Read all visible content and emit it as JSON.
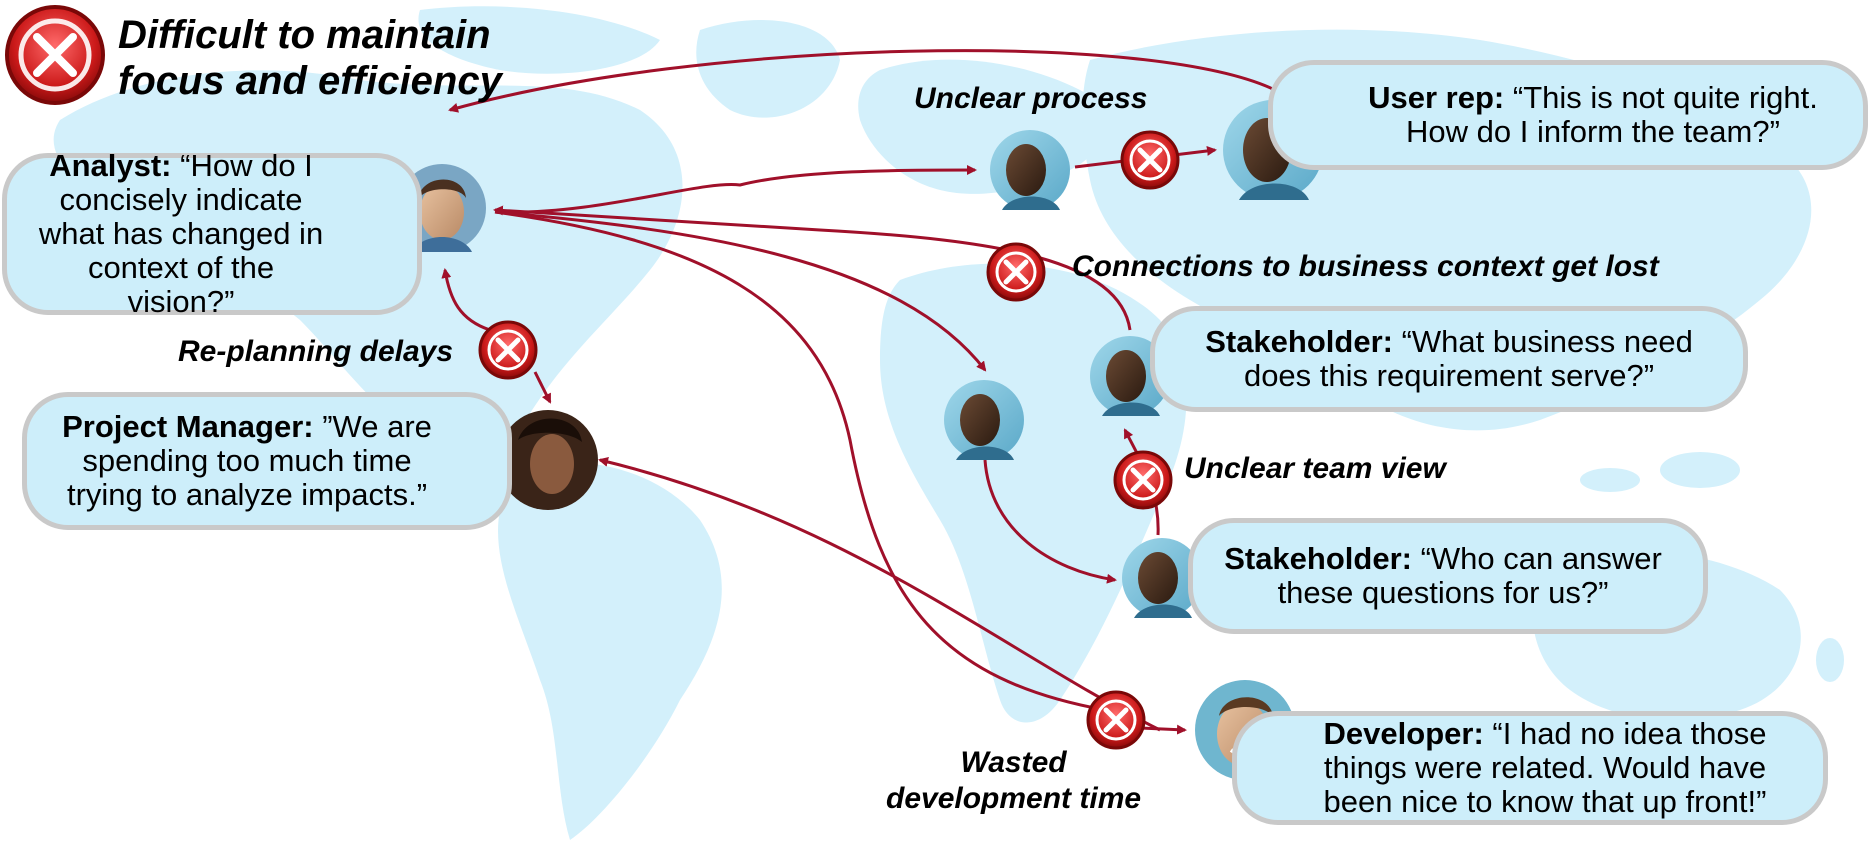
{
  "title": {
    "line1": "Difficult to maintain",
    "line2": "focus and efficiency"
  },
  "labels": {
    "unclear_process": "Unclear process",
    "connections_lost": "Connections to business context get lost",
    "replanning_delays": "Re-planning delays",
    "unclear_team_view": "Unclear team view",
    "wasted_line1": "Wasted",
    "wasted_line2": "development time"
  },
  "bubbles": {
    "analyst": {
      "role": "Analyst:",
      "quote": "“How do I concisely indicate what has changed in context of the vision?”"
    },
    "user_rep": {
      "role": "User rep:",
      "quote": "“This is not quite right. How do I inform the team?”"
    },
    "pm": {
      "role": "Project Manager:",
      "quote": "”We are spending too much time trying to analyze impacts.”"
    },
    "stakeholder1": {
      "role": "Stakeholder:",
      "quote": "“What business need does this requirement serve?”"
    },
    "stakeholder2": {
      "role": "Stakeholder:",
      "quote": "“Who can answer these questions for us?”"
    },
    "developer": {
      "role": "Developer:",
      "quote": "“I had no idea those things were related. Would have been nice to know that up front!”"
    }
  },
  "icons": {
    "error": "x-circle-icon",
    "avatar": "person-avatar"
  },
  "colors": {
    "arrow": "#a0102a",
    "bubble_fill": "#cdeefa",
    "bubble_border": "#c9c9c9",
    "map": "#d3f0fb",
    "error_red": "#cc1a1a"
  }
}
